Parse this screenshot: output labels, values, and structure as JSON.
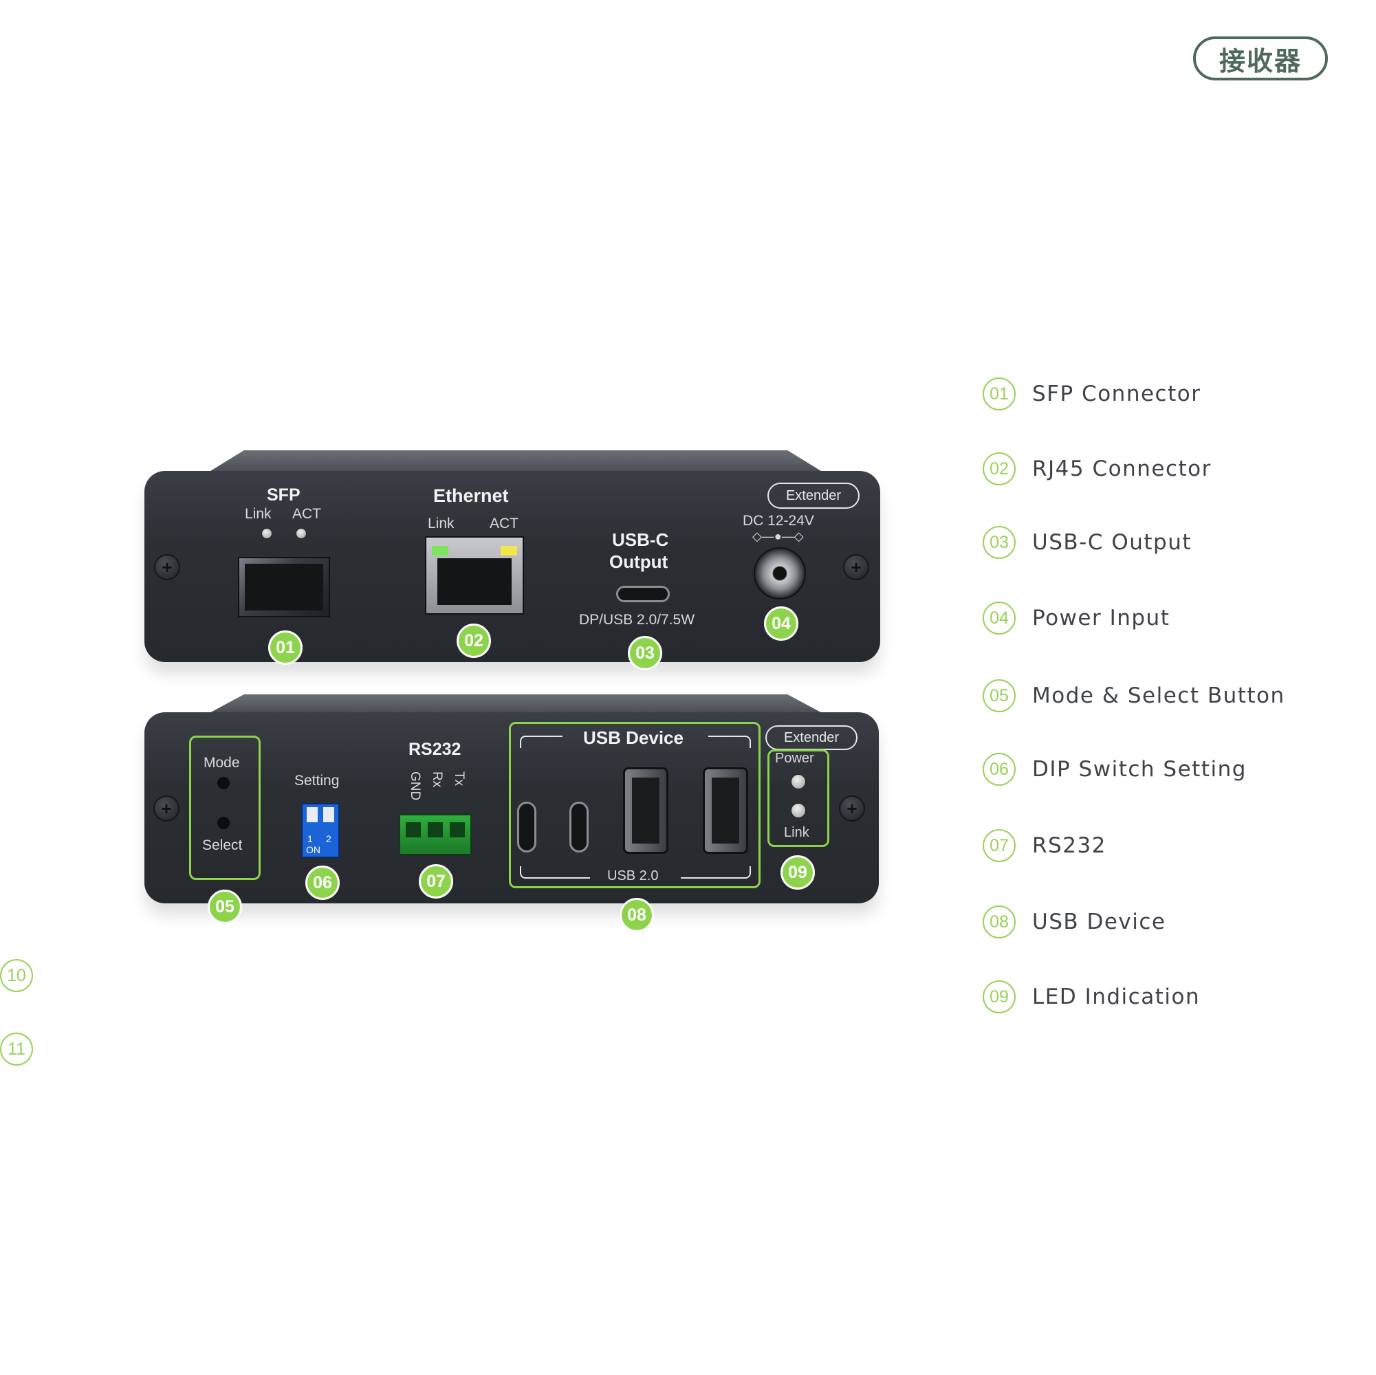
{
  "header": {
    "pill_label": "接收器"
  },
  "front_panel": {
    "sfp_title": "SFP",
    "sfp_link": "Link",
    "sfp_act": "ACT",
    "eth_title": "Ethernet",
    "eth_link": "Link",
    "eth_act": "ACT",
    "usbc_title_1": "USB-C",
    "usbc_title_2": "Output",
    "usbc_spec": "DP/USB 2.0/7.5W",
    "dc_label": "DC 12-24V",
    "extender": "Extender",
    "badges": [
      "01",
      "02",
      "03",
      "04"
    ]
  },
  "rear_panel": {
    "mode": "Mode",
    "select": "Select",
    "setting": "Setting",
    "dip_num_1": "1",
    "dip_num_2": "2",
    "dip_on": "ON",
    "rs232_title": "RS232",
    "rs232_pins": [
      "GND",
      "Rx",
      "Tx"
    ],
    "usb_device_title": "USB Device",
    "usb_footer": "USB 2.0",
    "extender": "Extender",
    "power": "Power",
    "link": "Link",
    "badges": [
      "05",
      "06",
      "07",
      "08",
      "09"
    ]
  },
  "legend": [
    {
      "num": "01",
      "text": "SFP Connector"
    },
    {
      "num": "02",
      "text": "RJ45 Connector"
    },
    {
      "num": "03",
      "text": "USB-C Output"
    },
    {
      "num": "04",
      "text": "Power Input"
    },
    {
      "num": "05",
      "text": "Mode & Select Button"
    },
    {
      "num": "06",
      "text": "DIP Switch Setting"
    },
    {
      "num": "07",
      "text": "RS232"
    },
    {
      "num": "08",
      "text": "USB Device"
    },
    {
      "num": "09",
      "text": "LED Indication"
    }
  ],
  "side_numbers": [
    "10",
    "11"
  ],
  "colors": {
    "accent_green": "#8dd44c",
    "pill": "#4f6a5a",
    "panel": "#2b2e33"
  }
}
